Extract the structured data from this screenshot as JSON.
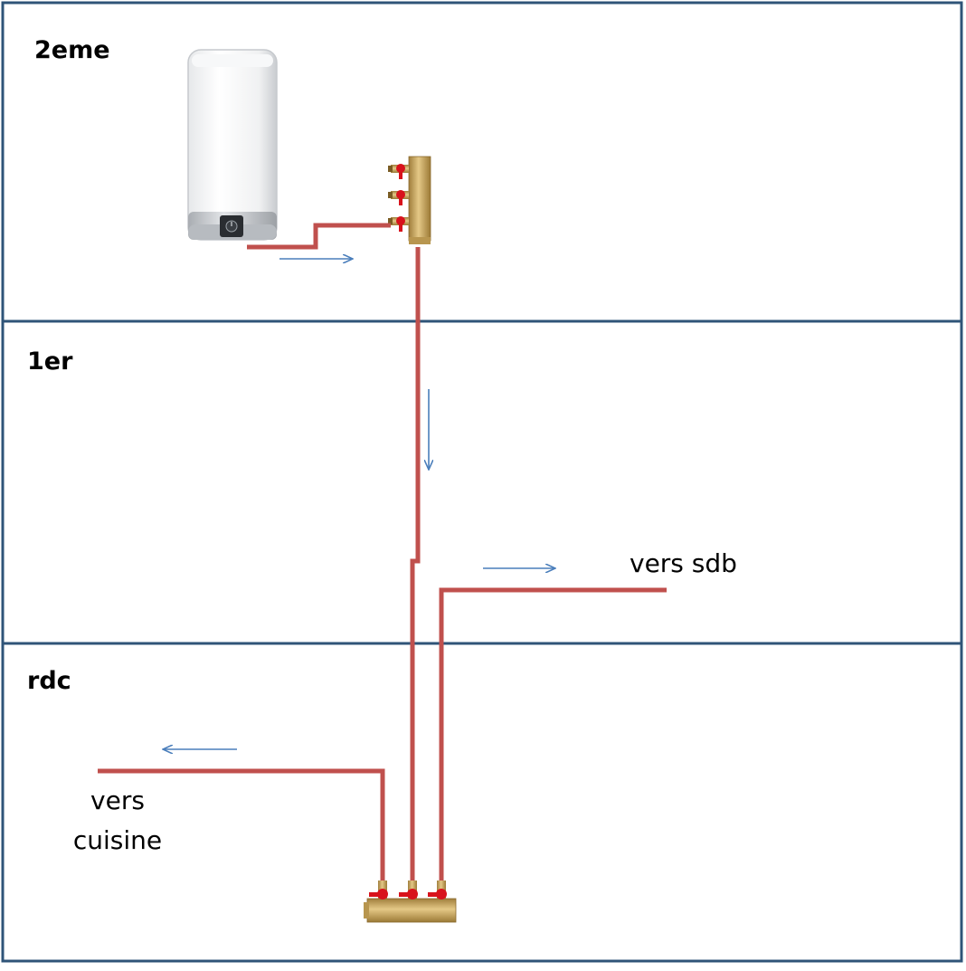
{
  "floors": [
    {
      "id": "2eme",
      "label": "2eme"
    },
    {
      "id": "1er",
      "label": "1er"
    },
    {
      "id": "rdc",
      "label": "rdc"
    }
  ],
  "destinations": {
    "sdb": "vers sdb",
    "cuisine_line1": "vers",
    "cuisine_line2": "cuisine"
  },
  "colors": {
    "frame": "#2f5478",
    "pipe": "#c0504d",
    "arrow": "#4a7ebb",
    "valve_handle": "#d8121c",
    "brass": "#c9a45a"
  },
  "icons": [
    "water-heater-icon",
    "manifold-top-icon",
    "manifold-bottom-icon"
  ]
}
